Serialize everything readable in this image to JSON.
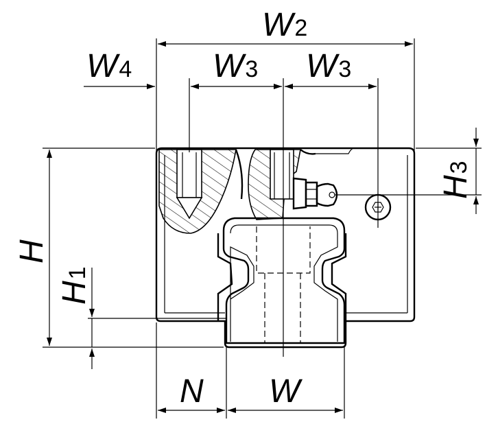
{
  "diagram": {
    "dimensions": [
      {
        "id": "w2",
        "symbol": "W",
        "index": "2"
      },
      {
        "id": "w4",
        "symbol": "W",
        "index": "4"
      },
      {
        "id": "w3-left",
        "symbol": "W",
        "index": "3"
      },
      {
        "id": "w3-right",
        "symbol": "W",
        "index": "3"
      },
      {
        "id": "h3",
        "symbol": "H",
        "index": "3"
      },
      {
        "id": "h",
        "symbol": "H",
        "index": ""
      },
      {
        "id": "h1",
        "symbol": "H",
        "index": "1"
      },
      {
        "id": "n",
        "symbol": "N",
        "index": ""
      },
      {
        "id": "w",
        "symbol": "W",
        "index": ""
      }
    ]
  }
}
